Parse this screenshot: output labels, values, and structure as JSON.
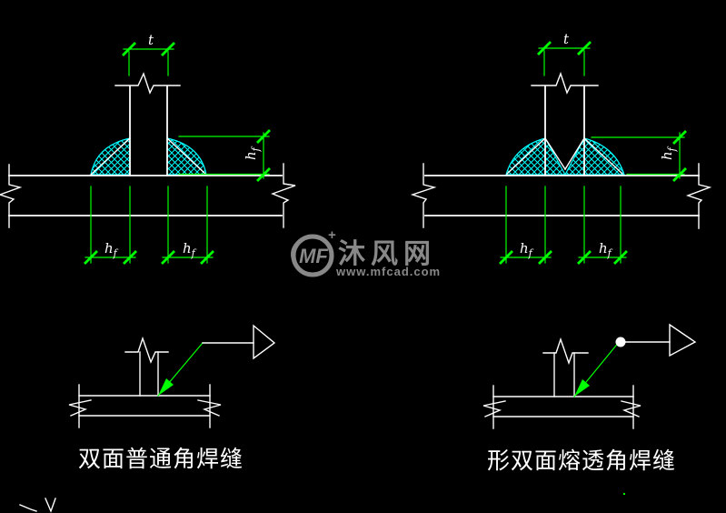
{
  "colors": {
    "background": "#000000",
    "outline": "#ffffff",
    "dimension": "#00ff00",
    "weld": "#00ffff",
    "watermark": "#909090"
  },
  "dim_labels": {
    "thickness": "t",
    "leg_main": "h",
    "leg_sub": "f"
  },
  "captions": {
    "left": "双面普通角焊缝",
    "right": "形双面熔透角焊缝"
  },
  "watermark": {
    "logo": "MF",
    "sparkle": "+",
    "name": "沐风网",
    "url": "www.mfcad.com"
  }
}
